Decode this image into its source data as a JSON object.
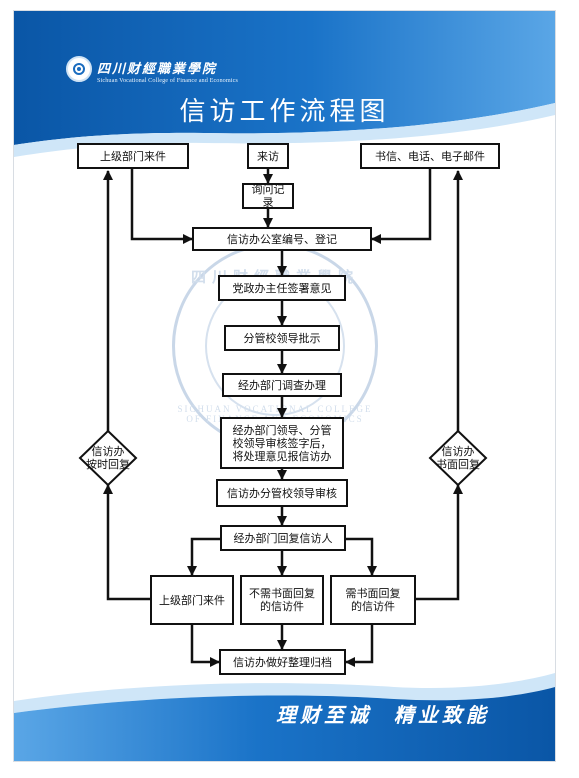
{
  "header": {
    "school_name_cn": "四川财經職業學院",
    "school_name_en": "Sichuan Vocational College of Finance and Economics",
    "title": "信访工作流程图"
  },
  "footer": {
    "slogan": "理财至诚  精业致能"
  },
  "watermark": {
    "text": "四川财經職業學院",
    "text_en": "SICHUAN VOCATIONAL COLLEGE OF FINANCE AND ECONOMICS"
  },
  "colors": {
    "brand_blue": "#0b5fb4",
    "light_blue": "#3f8fd8",
    "box_border": "#111111",
    "arrow": "#111111"
  },
  "flow": {
    "source_superior": "上级部门来件",
    "source_visit": "来访",
    "source_letter": "书信、电话、电子邮件",
    "record": "询问记录",
    "register": "信访办公室编号、登记",
    "party_office": "党政办主任签署意见",
    "leader_approve": "分管校领导批示",
    "dept_handle": "经办部门调查办理",
    "dept_sign": "经办部门领导、分管\n校领导审核签字后，\n将处理意见报信访办",
    "office_review": "信访办分管校领导审核",
    "reply_visitor": "经办部门回复信访人",
    "branch_superior": "上级部门来件",
    "branch_no_written": "不需书面回复\n的信访件",
    "branch_written": "需书面回复\n的信访件",
    "archive": "信访办做好整理归档",
    "diamond_left": "信访办\n按时回复",
    "diamond_right": "信访办\n书面回复"
  }
}
